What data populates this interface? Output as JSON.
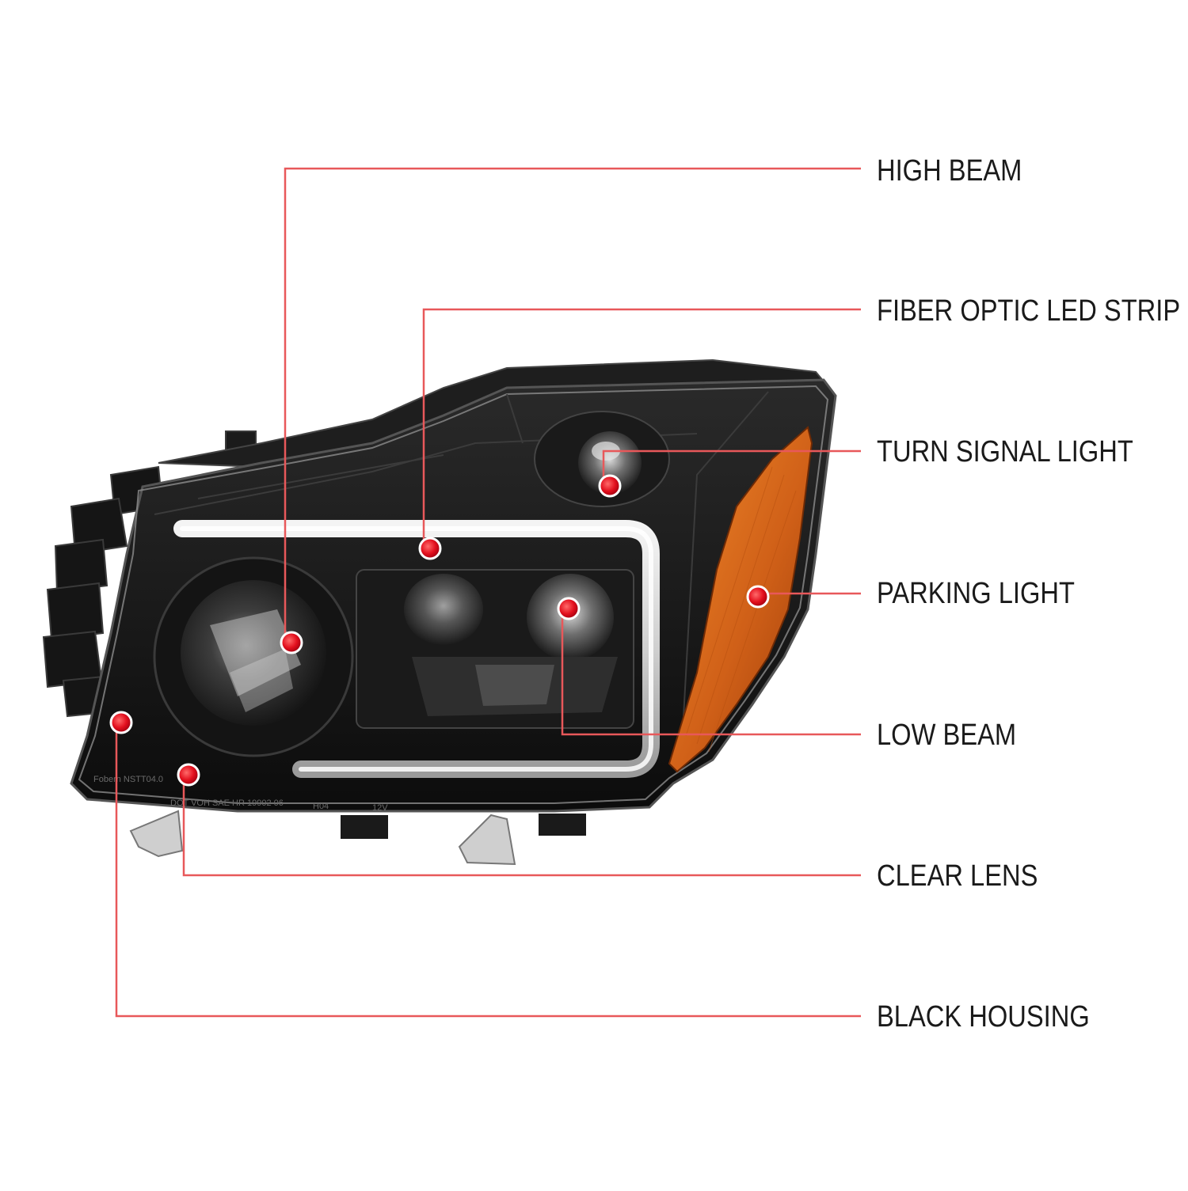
{
  "colors": {
    "leader_line": "#e8585a",
    "marker": "#e3101e",
    "housing": "#141414",
    "amber": "#d2691e",
    "label_text": "#1a1a1a"
  },
  "callouts": [
    {
      "id": "high-beam",
      "label": "HIGH BEAM"
    },
    {
      "id": "fiber-optic-led-strip",
      "label": "FIBER OPTIC LED STRIP"
    },
    {
      "id": "turn-signal-light",
      "label": "TURN SIGNAL LIGHT"
    },
    {
      "id": "parking-light",
      "label": "PARKING LIGHT"
    },
    {
      "id": "low-beam",
      "label": "LOW BEAM"
    },
    {
      "id": "clear-lens",
      "label": "CLEAR LENS"
    },
    {
      "id": "black-housing",
      "label": "BLACK HOUSING"
    }
  ],
  "lens_markings": {
    "part_number": "Fobern NSTT04.0",
    "codes": "DOT VOH SAE HR 19902 06",
    "bulb_code": "H04",
    "voltage": "12V"
  }
}
